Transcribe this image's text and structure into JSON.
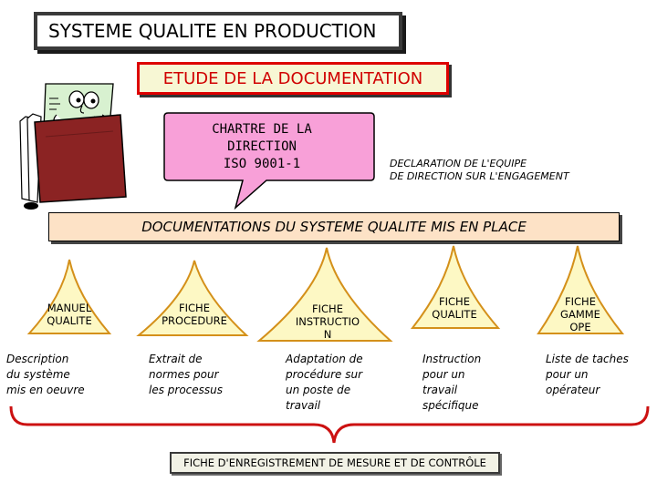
{
  "title": "SYSTEME QUALITE EN PRODUCTION",
  "etude": "ETUDE DE LA DOCUMENTATION",
  "charter": {
    "line1": "CHARTRE DE LA",
    "line2": "DIRECTION",
    "line3": "ISO 9001-1"
  },
  "declaration": {
    "line1": "DECLARATION DE L'EQUIPE",
    "line2": "DE DIRECTION SUR L'ENGAGEMENT"
  },
  "documentation_banner": "DOCUMENTATIONS DU SYSTEME QUALITE MIS EN PLACE",
  "documents": [
    {
      "label_lines": [
        "MANUEL",
        "QUALITE"
      ],
      "desc_lines": [
        "Description",
        "du système",
        "mis en oeuvre"
      ]
    },
    {
      "label_lines": [
        "FICHE",
        "PROCEDURE"
      ],
      "desc_lines": [
        "Extrait de",
        "normes pour",
        "les processus"
      ]
    },
    {
      "label_lines": [
        "FICHE",
        "INSTRUCTIO",
        "N"
      ],
      "desc_lines": [
        "Adaptation de",
        "procédure sur",
        "un poste de",
        "travail"
      ]
    },
    {
      "label_lines": [
        "FICHE",
        "QUALITE"
      ],
      "desc_lines": [
        "Instruction",
        "pour un",
        "travail",
        "spécifique"
      ]
    },
    {
      "label_lines": [
        "FICHE",
        "GAMME",
        "OPE"
      ],
      "desc_lines": [
        "Liste de taches",
        "pour un",
        "opérateur"
      ]
    }
  ],
  "footer": "FICHE D'ENREGISTREMENT DE MESURE ET DE CONTRÔLE",
  "colors": {
    "triangle_fill": "#fdf8c4",
    "triangle_stroke": "#d4901a",
    "callout_fill": "#f8a0d8",
    "folder": "#8b2323",
    "brace": "#cc1111"
  }
}
